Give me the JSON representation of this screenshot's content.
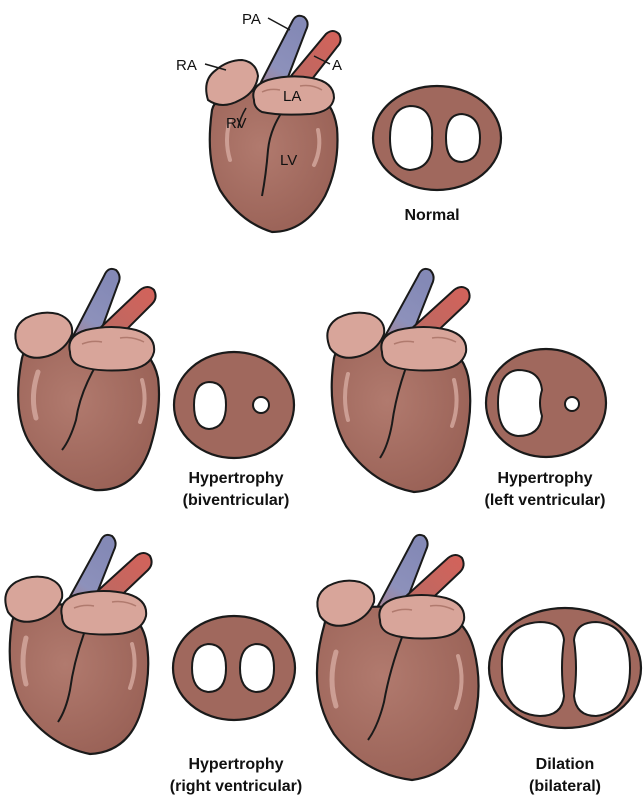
{
  "anatomy_labels": {
    "pa": "PA",
    "ra": "RA",
    "a": "A",
    "la": "LA",
    "rv": "RV",
    "lv": "LV"
  },
  "panels": {
    "normal": {
      "caption_1": "Normal"
    },
    "biventricular": {
      "caption_1": "Hypertrophy",
      "caption_2": "(biventricular)"
    },
    "left_ventricular": {
      "caption_1": "Hypertrophy",
      "caption_2": "(left ventricular)"
    },
    "right_ventricular": {
      "caption_1": "Hypertrophy",
      "caption_2": "(right ventricular)"
    },
    "dilation": {
      "caption_1": "Dilation",
      "caption_2": "(bilateral)"
    }
  },
  "colors": {
    "heart": "#a0685d",
    "atrium": "#d8a59a",
    "pulmonary_artery": "#8d91bb",
    "aorta": "#cf5c54",
    "outline": "#1a1a1a",
    "background": "#ffffff"
  }
}
